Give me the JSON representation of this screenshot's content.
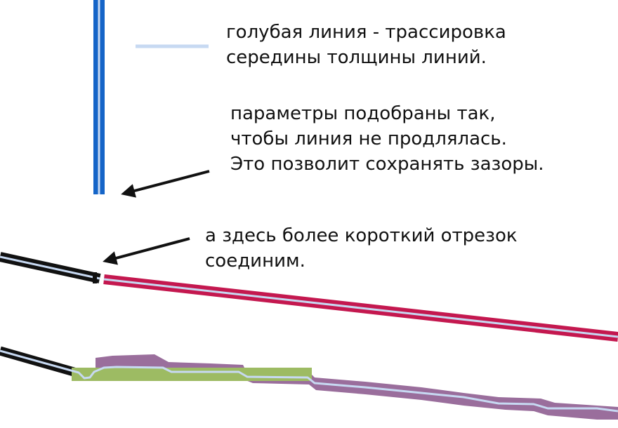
{
  "colors": {
    "trace": "#c7d9f2",
    "vertical_line": "#1565c8",
    "black_line": "#111111",
    "red_line": "#c4184f",
    "purple_shape": "#9a6e9c",
    "green_shape": "#9dbb63",
    "arrow": "#111111"
  },
  "legend": {
    "line1": "голубая линия - трассировка",
    "line2": "середины толщины линий."
  },
  "params_note": {
    "line1": "параметры подобраны так,",
    "line2": "чтобы линия не продлялась.",
    "line3": "Это позволит сохранять зазоры."
  },
  "join_note": {
    "line1": "а здесь более короткий отрезок",
    "line2": "соединим."
  }
}
